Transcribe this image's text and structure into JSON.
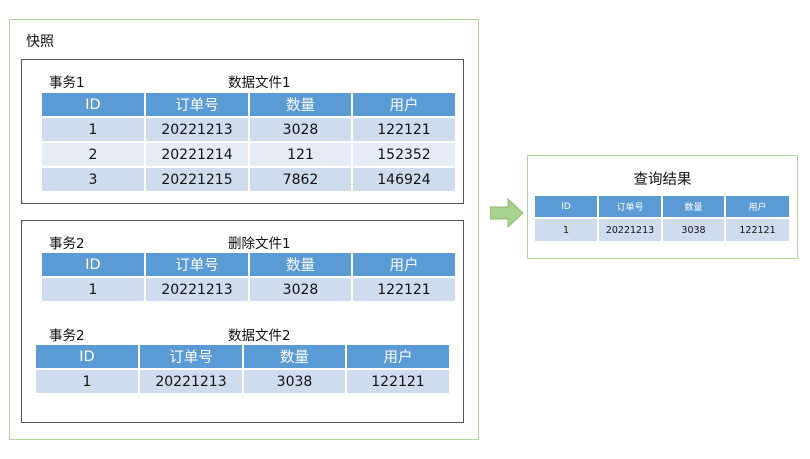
{
  "snapshot": {
    "title": "快照",
    "panel1": {
      "txn": "事务1",
      "file": "数据文件1",
      "headers": [
        "ID",
        "订单号",
        "数量",
        "用户"
      ],
      "rows": [
        [
          "1",
          "20221213",
          "3028",
          "122121"
        ],
        [
          "2",
          "20221214",
          "121",
          "152352"
        ],
        [
          "3",
          "20221215",
          "7862",
          "146924"
        ]
      ]
    },
    "panel2": {
      "delete": {
        "txn": "事务2",
        "file": "删除文件1",
        "headers": [
          "ID",
          "订单号",
          "数量",
          "用户"
        ],
        "rows": [
          [
            "1",
            "20221213",
            "3028",
            "122121"
          ]
        ]
      },
      "data": {
        "txn": "事务2",
        "file": "数据文件2",
        "headers": [
          "ID",
          "订单号",
          "数量",
          "用户"
        ],
        "rows": [
          [
            "1",
            "20221213",
            "3038",
            "122121"
          ]
        ]
      }
    }
  },
  "result": {
    "title": "查询结果",
    "headers": [
      "ID",
      "订单号",
      "数量",
      "用户"
    ],
    "rows": [
      [
        "1",
        "20221213",
        "3038",
        "122121"
      ]
    ]
  },
  "colors": {
    "header_blue": "#5b9bd5",
    "row_odd": "#cfdcee",
    "row_even": "#e6ecf6",
    "frame_green": "#b3d49a",
    "arrow_green": "#a9d18e"
  }
}
